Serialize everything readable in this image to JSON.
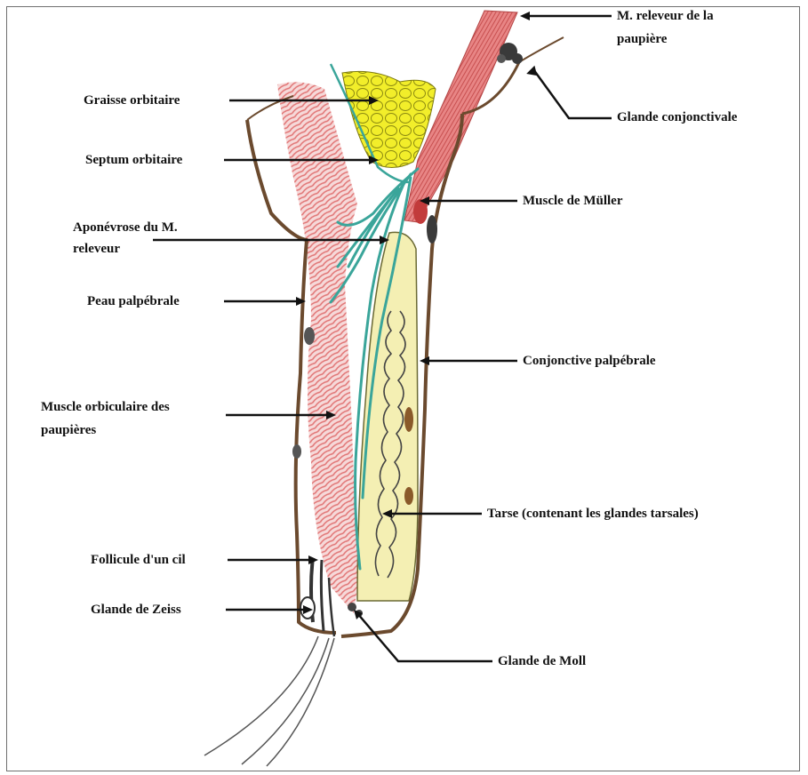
{
  "labels": {
    "releveur_line1": "M. releveur de la",
    "releveur_line2": "paupière",
    "glande_conjonctivale": "Glande conjonctivale",
    "graisse_orbitaire": "Graisse orbitaire",
    "septum_orbitaire": "Septum orbitaire",
    "muscle_muller": "Muscle de Müller",
    "aponevrose_line1": "Aponévrose du M.",
    "aponevrose_line2": "releveur",
    "peau_palpebrale": "Peau palpébrale",
    "conjonctive_palpebrale": "Conjonctive palpébrale",
    "orbiculaire_line1": "Muscle orbiculaire des",
    "orbiculaire_line2": "paupières",
    "tarse": "Tarse (contenant les glandes tarsales)",
    "follicule": "Follicule d'un cil",
    "glande_zeiss": "Glande de Zeiss",
    "glande_moll": "Glande de Moll"
  },
  "colors": {
    "skin_outline": "#6b4a2e",
    "muscle_red": "#e07a7a",
    "fat_yellow": "#f2ee2a",
    "tarsus_yellow": "#f4efb3",
    "aponeurosis_teal": "#3aa59a",
    "leader_line": "#111111"
  }
}
